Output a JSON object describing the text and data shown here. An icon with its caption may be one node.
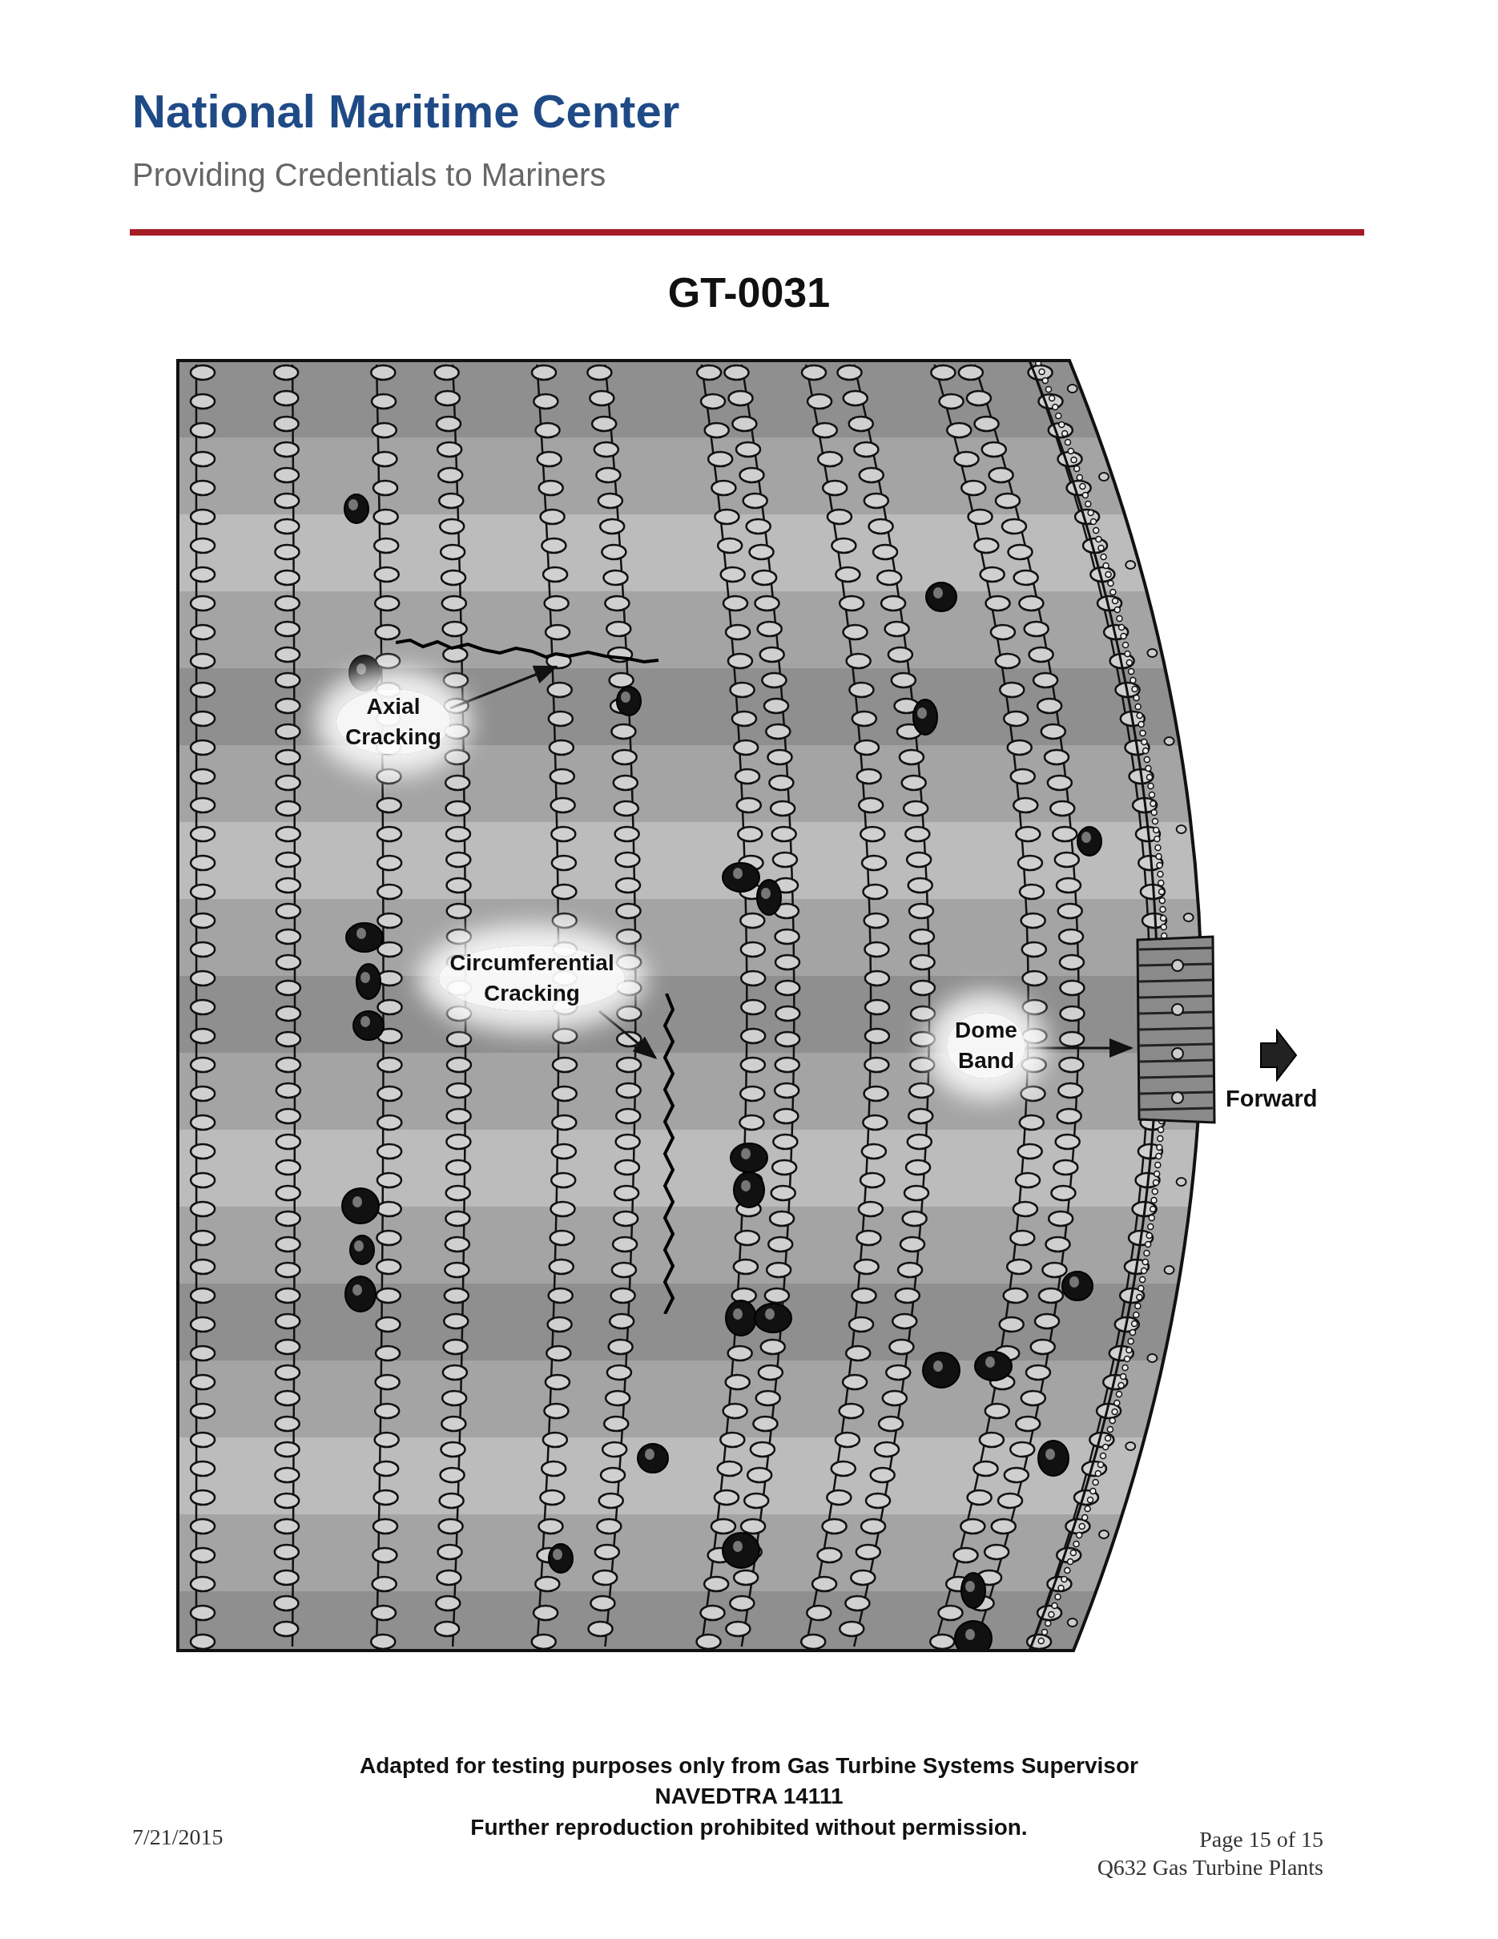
{
  "diagram": {
    "title": "GT-0031",
    "nodes": [
      {
        "text": [
          "Axial Cracking"
        ]
      },
      {
        "text": [],
        "shape": "picture"
      },
      {
        "text": [
          "Circumferential Cracking"
        ]
      },
      {
        "text": [],
        "shape": "picture"
      },
      {
        "text": [
          "Dome Band"
        ]
      },
      {
        "text": [],
        "shape": "picture"
      }
    ],
    "edges": [
      {
        "from": 0,
        "to": 1,
        "arrow": "to"
      },
      {
        "from": 2,
        "to": 3,
        "arrow": "to"
      },
      {
        "from": 4,
        "to": 5,
        "arrow": "to"
      }
    ],
    "labels": [
      "National Maritime Center",
      "Providing Credentials to Mariners",
      "Forward",
      "Adapted for testing purposes only from Gas Turbine Systems Supervisor",
      "NAVEDTRA 14111",
      "Further reproduction prohibited without permission.",
      "7/21/2015",
      "Page 15 of 15",
      "Q632 Gas Turbine Plants"
    ]
  }
}
